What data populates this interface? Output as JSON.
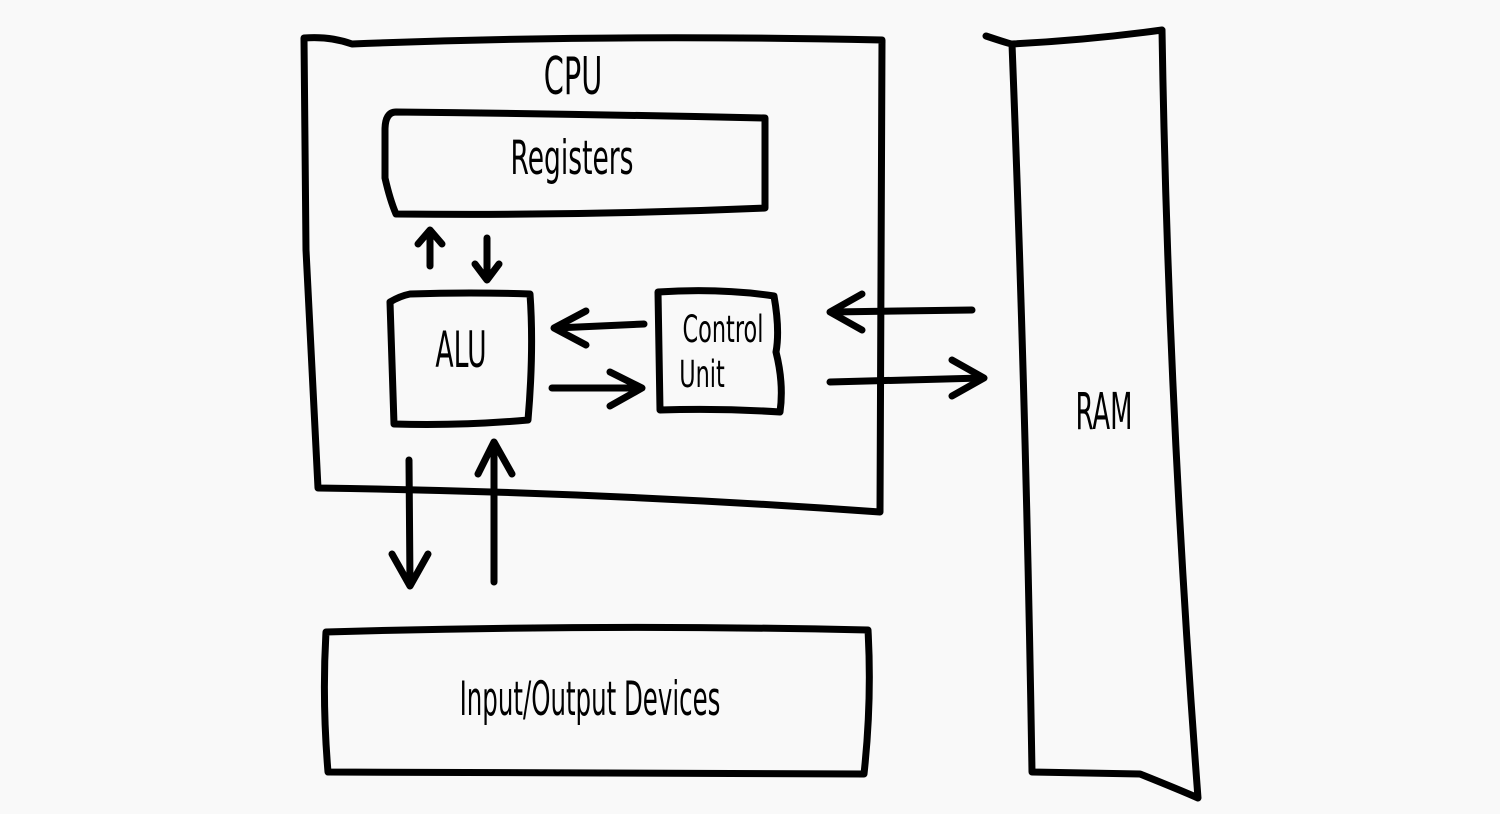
{
  "labels": {
    "cpu": "CPU",
    "registers": "Registers",
    "alu": "ALU",
    "control_unit_line1": "Control",
    "control_unit_line2": "Unit",
    "ram": "RAM",
    "io_devices": "Input/Output Devices"
  }
}
